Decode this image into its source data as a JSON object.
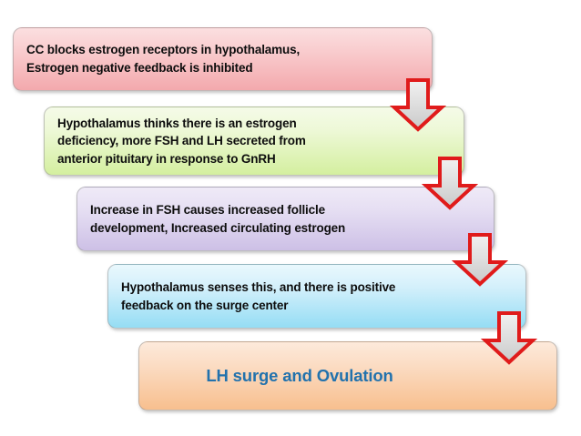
{
  "diagram": {
    "title": "Clomiphene citrate mechanism of action flowchart",
    "type": "vertical-cascade-flowchart",
    "background_color": "#ffffff",
    "arrow_outline_color": "#e01b1b",
    "arrow_fill_color": "#d9d9d9"
  },
  "nodes": [
    {
      "id": "node-1",
      "order": 1,
      "text": "CC blocks estrogen receptors in hypothalamus,\nEstrogen negative feedback is inhibited",
      "fill_color": "#f3a9ad",
      "text_color": "#0d0d0d",
      "shape": "rounded-rectangle"
    },
    {
      "id": "node-2",
      "order": 2,
      "text": "Hypothalamus thinks there is an estrogen\ndeficiency, more FSH and LH secreted from\nanterior pituitary in response to GnRH",
      "fill_color": "#d4ef9f",
      "text_color": "#0d0d0d",
      "shape": "rounded-rectangle"
    },
    {
      "id": "node-3",
      "order": 3,
      "text": "Increase in FSH causes increased follicle\ndevelopment, Increased circulating estrogen",
      "fill_color": "#cdc0e6",
      "text_color": "#0d0d0d",
      "shape": "rounded-rectangle"
    },
    {
      "id": "node-4",
      "order": 4,
      "text": "Hypothalamus senses this, and there is positive\nfeedback on the surge center",
      "fill_color": "#95ddf4",
      "text_color": "#0d0d0d",
      "shape": "rounded-rectangle"
    },
    {
      "id": "node-5",
      "order": 5,
      "text": "LH surge and Ovulation",
      "fill_color": "#f8bf8e",
      "text_color": "#2272ad",
      "shape": "rounded-rectangle"
    }
  ],
  "connectors": [
    {
      "id": "arrow-1",
      "from": "node-1",
      "to": "node-2",
      "direction": "down",
      "style": "block-arrow"
    },
    {
      "id": "arrow-2",
      "from": "node-2",
      "to": "node-3",
      "direction": "down",
      "style": "block-arrow"
    },
    {
      "id": "arrow-3",
      "from": "node-3",
      "to": "node-4",
      "direction": "down",
      "style": "block-arrow"
    },
    {
      "id": "arrow-4",
      "from": "node-4",
      "to": "node-5",
      "direction": "down",
      "style": "block-arrow"
    }
  ]
}
